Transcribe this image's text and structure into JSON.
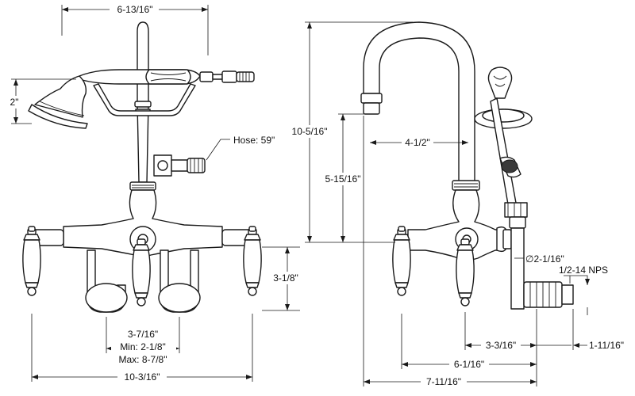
{
  "dimensions": {
    "front_top_width": "6-13/16\"",
    "handshower_height": "2\"",
    "hose_length": "Hose: 59\"",
    "handle_height": "3-1/8\"",
    "center_spacing": "3-7/16\"",
    "center_min": "Min: 2-1/8\"",
    "center_max": "Max: 8-7/8\"",
    "overall_width": "10-3/16\"",
    "overall_height": "10-5/16\"",
    "spout_reach": "4-1/2\"",
    "spout_height": "5-15/16\"",
    "flange_diameter": "∅2-1/16\"",
    "connector_thread": "1/2-14 NPS",
    "wall_to_center": "3-3/16\"",
    "shank_length": "1-11/16\"",
    "wall_to_handle": "6-1/16\"",
    "wall_to_spout": "7-11/16\""
  },
  "colors": {
    "line": "#1a1a1a",
    "background": "#ffffff"
  }
}
